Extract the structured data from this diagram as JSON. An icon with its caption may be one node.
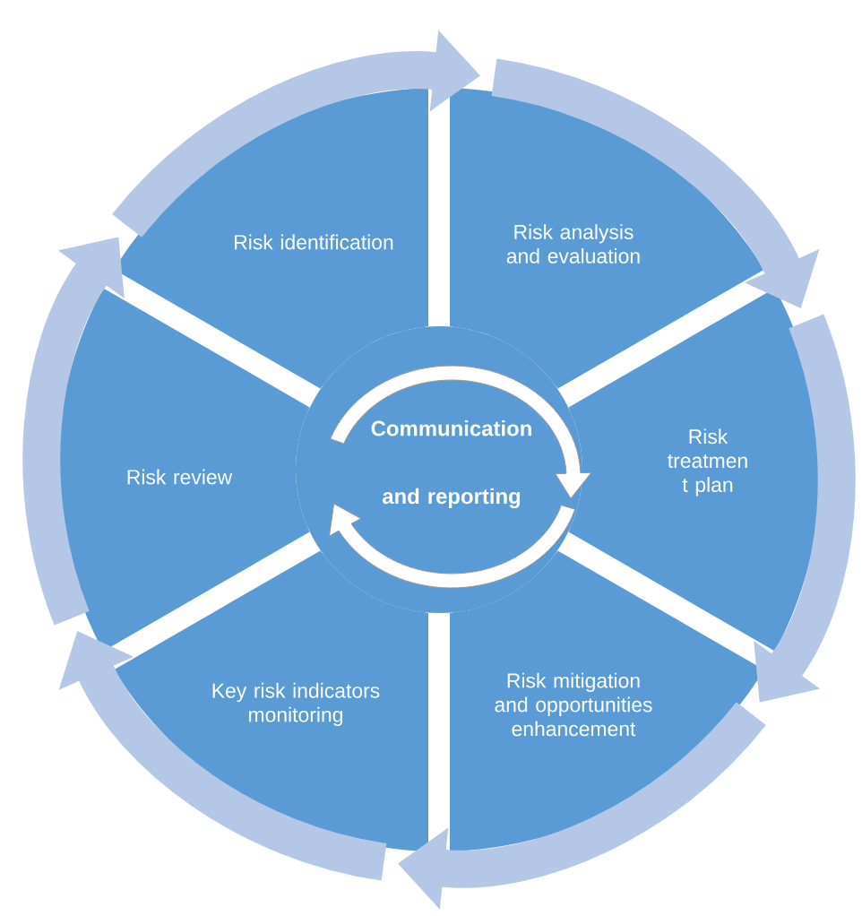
{
  "diagram": {
    "nodes": [
      {
        "text": [
          "Risk identification"
        ]
      },
      {
        "text": [
          "Risk analysis and evaluation"
        ]
      },
      {
        "text": [
          "Risk treatmen t plan"
        ]
      },
      {
        "text": [
          "Risk mitigation and opportunities enhancement"
        ]
      },
      {
        "text": [
          "Key risk indicators monitoring"
        ]
      },
      {
        "text": [
          "Risk review"
        ]
      },
      {
        "text": [
          "Communication and reporting"
        ]
      }
    ],
    "edges": [
      {
        "from": 0,
        "to": 1,
        "arrow": "to"
      },
      {
        "from": 1,
        "to": 2,
        "arrow": "to"
      },
      {
        "from": 2,
        "to": 3,
        "arrow": "to"
      },
      {
        "from": 3,
        "to": 4,
        "arrow": "to"
      },
      {
        "from": 4,
        "to": 5,
        "arrow": "to"
      },
      {
        "from": 5,
        "to": 0,
        "arrow": "to"
      }
    ]
  }
}
